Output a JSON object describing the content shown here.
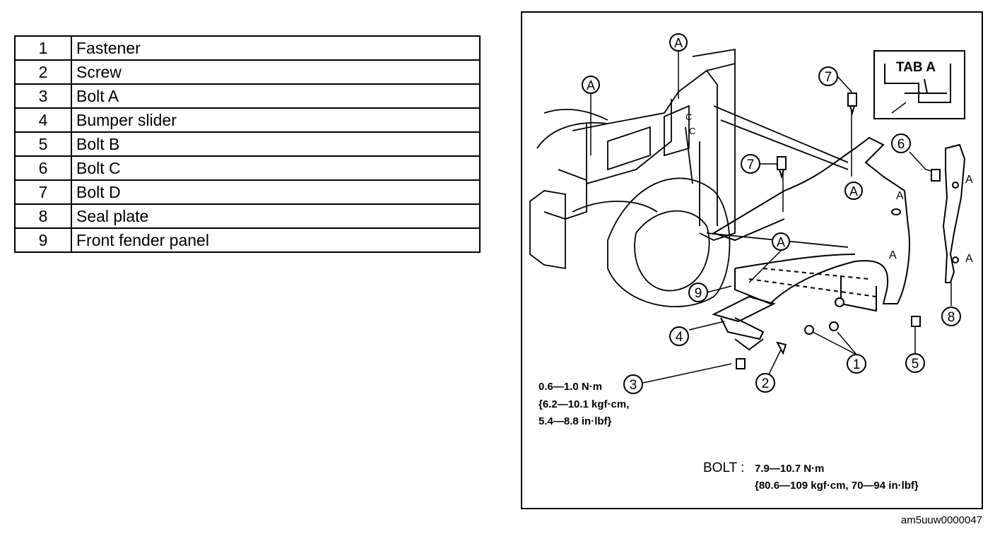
{
  "parts": [
    {
      "num": "1",
      "name": "Fastener"
    },
    {
      "num": "2",
      "name": "Screw"
    },
    {
      "num": "3",
      "name": "Bolt A"
    },
    {
      "num": "4",
      "name": "Bumper slider"
    },
    {
      "num": "5",
      "name": "Bolt B"
    },
    {
      "num": "6",
      "name": "Bolt C"
    },
    {
      "num": "7",
      "name": "Bolt D"
    },
    {
      "num": "8",
      "name": "Seal plate"
    },
    {
      "num": "9",
      "name": "Front fender panel"
    }
  ],
  "diagram": {
    "inset_label": "TAB A",
    "point_label": "A",
    "face_label": "C",
    "callouts": [
      "1",
      "2",
      "3",
      "4",
      "5",
      "6",
      "7",
      "7",
      "8",
      "9"
    ],
    "torque_bolt_a": {
      "line1": "0.6—1.0 N·m",
      "line2": "{6.2—10.1 kgf·cm,",
      "line3": "5.4—8.8 in·lbf}"
    },
    "torque_bolt": {
      "prefix": "BOLT :",
      "line1": "7.9—10.7 N·m",
      "line2": "{80.6—109 kgf·cm, 70—94 in·lbf}"
    },
    "figure_id": "am5uuw0000047"
  }
}
